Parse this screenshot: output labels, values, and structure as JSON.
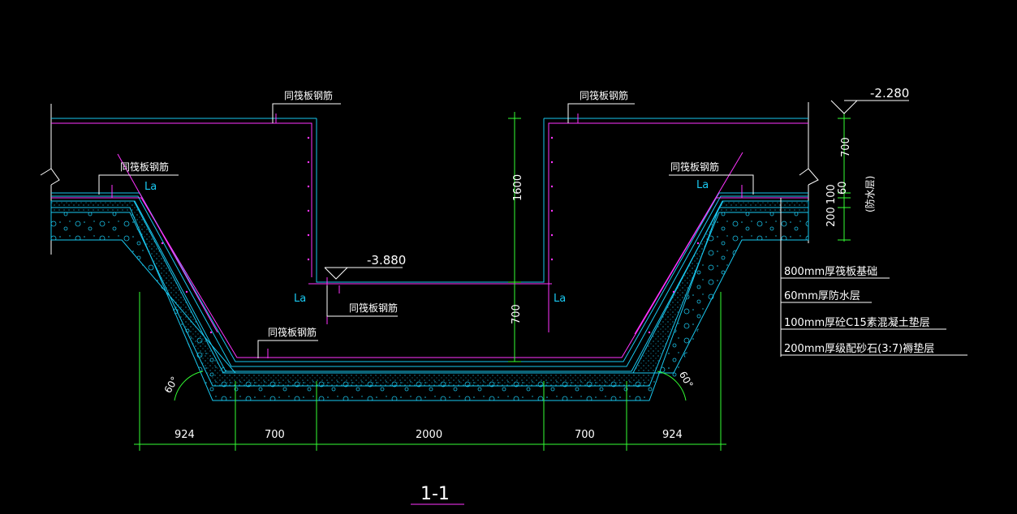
{
  "drawing": {
    "section_title": "1-1",
    "elevations": {
      "top": "-2.280",
      "pit_bottom": "-3.880"
    },
    "rebar_note": "同筏板钢筋",
    "anchorage_label": "La",
    "angle_label": "60°",
    "vertical_dims": {
      "pit_depth": "1600",
      "pit_slab": "700",
      "side_700": "700",
      "side_60": "60",
      "side_100": "100",
      "side_200": "200",
      "waterproof_note": "(防水层)"
    },
    "horizontal_dims": [
      "924",
      "700",
      "2000",
      "700",
      "924"
    ],
    "layers": [
      "800mm厚筏板基础",
      "60mm厚防水层",
      "100mm厚砼C15素混凝土垫层",
      "200mm厚级配砂石(3:7)褥垫层"
    ],
    "colors": {
      "background": "#000000",
      "concrete_outline": "#19c8f0",
      "rebar": "#ff33ff",
      "dimension": "#33ff33",
      "text": "#ffffff",
      "outline": "#ffffff"
    }
  }
}
